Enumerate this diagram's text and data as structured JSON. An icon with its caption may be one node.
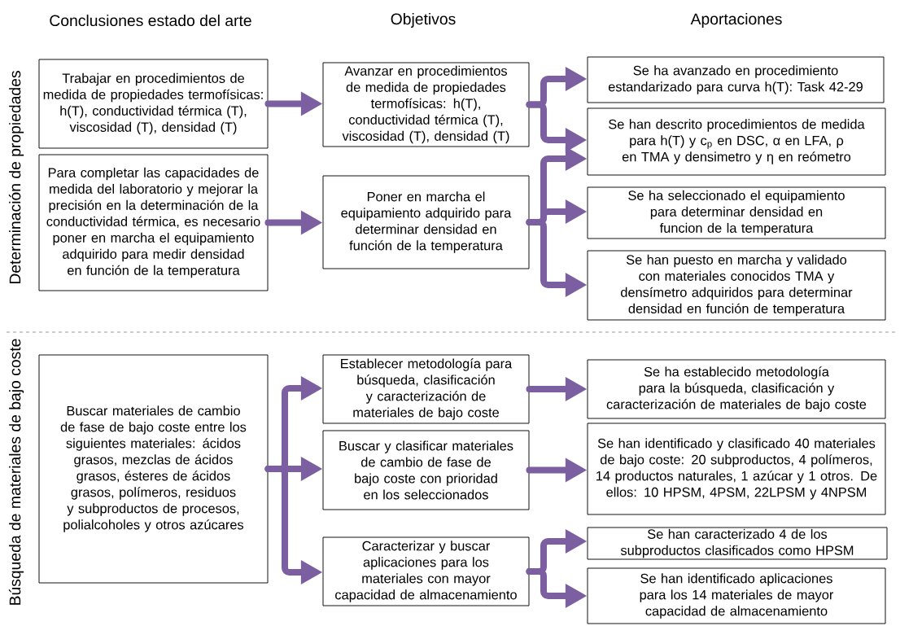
{
  "diagram": {
    "nodes": [
      {
        "text": [
          "Trabajar en procedimientos de medida de propiedades termofísicas: h(T), conductividad térmica (T), viscosidad (T), densidad (T)"
        ]
      },
      {
        "text": [
          "Para completar las capacidades de medida del laboratorio y mejorar la precisión en la determinación de la conductividad térmica, es necesario poner en marcha el equipamiento adquirido para medir densidad en función de la temperatura"
        ]
      },
      {
        "text": [
          "Avanzar en procedimientos de medida de propiedades termofísicas: h(T), conductividad térmica (T), viscosidad (T), densidad (T)"
        ]
      },
      {
        "text": [
          "Poner en marcha el equipamiento adquirido para determinar densidad en función de la temperatura"
        ]
      },
      {
        "text": [
          "Se ha avanzado en procedimiento estandarizado para curva h(T): Task 42-29"
        ]
      },
      {
        "text": [
          "Se han descrito procedimientos de medida para h(T) y c$_{p}$ en DSC, α en LFA, ρ en TMA y densimetro y η en reómetro"
        ]
      },
      {
        "text": [
          "Se ha seleccionado el equipamiento para determinar densidad en funcion de la temperatura"
        ]
      },
      {
        "text": [
          "Se han puesto en marcha y validado con materiales conocidos TMA y densímetro adquiridos para determinar densidad en función de temperatura"
        ]
      },
      {
        "text": [
          "Buscar materiales de cambio de fase de bajo coste entre los siguientes materiales: ácidos grasos, mezclas de ácidos grasos, ésteres de ácidos grasos, polímeros, residuos y subproductos de procesos, polialcoholes y otros azúcares"
        ]
      },
      {
        "text": [
          "Establecer metodología para búsqueda, clasificación y caracterización de materiales de bajo coste"
        ]
      },
      {
        "text": [
          "Buscar y clasificar materiales de cambio de fase de bajo coste con prioridad en los seleccionados"
        ]
      },
      {
        "text": [
          "Caracterizar y buscar aplicaciones para los materiales con mayor capacidad de almacenamiento"
        ]
      },
      {
        "text": [
          "Se ha establecido metodología para la búsqueda, clasificación y caracterización de materiales de bajo coste"
        ]
      },
      {
        "text": [
          "Se han identificado y clasificado 40 materiales de bajo coste: 20 subproductos, 4 polímeros, 14 productos naturales, 1 azúcar y 1 otros. De ellos: 10 HPSM, 4PSM, 22LPSM y 4NPSM"
        ]
      },
      {
        "text": [
          "Se han caracterizado 4 de los subproductos clasificados como HPSM"
        ]
      },
      {
        "text": [
          "Se han identificado aplicaciones para los 14 materiales de mayor capacidad de almacenamiento"
        ]
      }
    ],
    "edges": [
      {
        "from": 0,
        "to": 2,
        "arrow": "to"
      },
      {
        "from": 1,
        "to": 3,
        "arrow": "to"
      },
      {
        "from": 2,
        "to": 4,
        "arrow": "to"
      },
      {
        "from": 2,
        "to": 5,
        "arrow": "to"
      },
      {
        "from": 3,
        "to": 5,
        "arrow": "to"
      },
      {
        "from": 3,
        "to": 6,
        "arrow": "to"
      },
      {
        "from": 3,
        "to": 7,
        "arrow": "to"
      },
      {
        "from": 8,
        "to": 9,
        "arrow": "to"
      },
      {
        "from": 8,
        "to": 10,
        "arrow": "to"
      },
      {
        "from": 8,
        "to": 11,
        "arrow": "to"
      },
      {
        "from": 9,
        "to": 12,
        "arrow": "to"
      },
      {
        "from": 10,
        "to": 13,
        "arrow": "to"
      },
      {
        "from": 11,
        "to": 14,
        "arrow": "to"
      },
      {
        "from": 11,
        "to": 15,
        "arrow": "to"
      }
    ],
    "labels": [
      "Conclusiones estado del arte",
      "Objetivos",
      "Aportaciones",
      "Determinación de propiedades",
      "Búsqueda de materiales de bajo coste"
    ]
  }
}
